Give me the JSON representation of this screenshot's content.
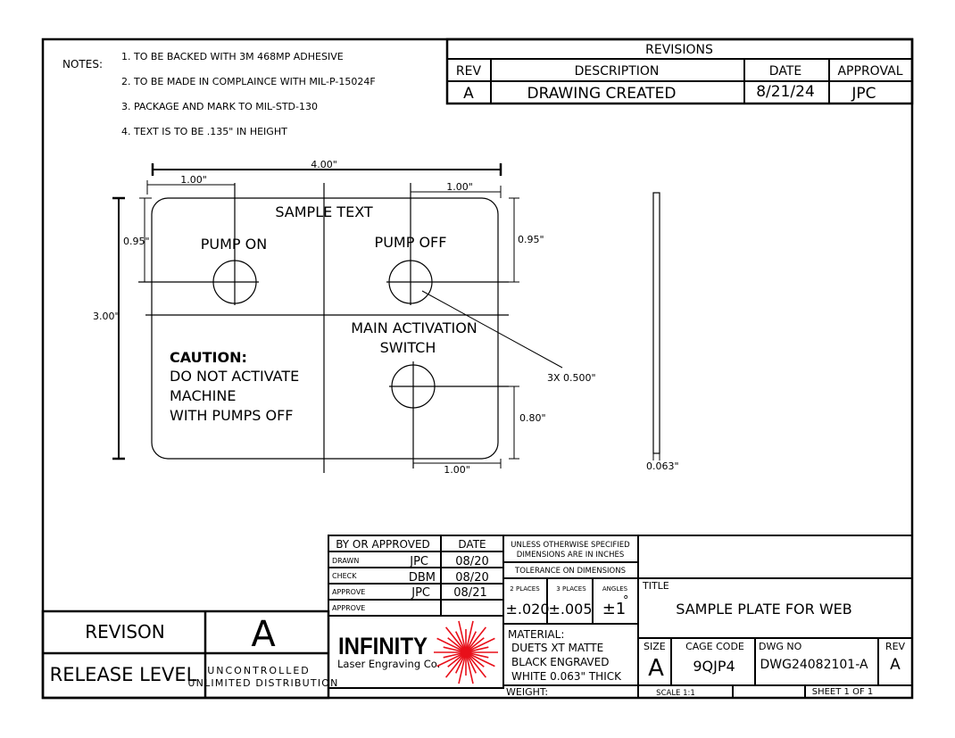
{
  "notes": {
    "label": "NOTES:",
    "items": [
      "1. TO BE BACKED WITH 3M 468MP ADHESIVE",
      "2. TO BE MADE IN COMPLAINCE WITH MIL-P-15024F",
      "3. PACKAGE AND MARK TO MIL-STD-130",
      "4. TEXT IS TO BE .135\" IN HEIGHT"
    ]
  },
  "revisions": {
    "title": "REVISIONS",
    "headers": {
      "rev": "REV",
      "description": "DESCRIPTION",
      "date": "DATE",
      "approval": "APPROVAL"
    },
    "rows": [
      {
        "rev": "A",
        "description": "DRAWING CREATED",
        "date": "8/21/24",
        "approval": "JPC"
      }
    ]
  },
  "plate": {
    "sample_text": "SAMPLE TEXT",
    "pump_on": "PUMP ON",
    "pump_off": "PUMP OFF",
    "main_activation_1": "MAIN ACTIVATION",
    "main_activation_2": "SWITCH",
    "caution_title": "CAUTION:",
    "caution_1": "DO NOT ACTIVATE",
    "caution_2": "MACHINE",
    "caution_3": "WITH PUMPS OFF"
  },
  "dimensions": {
    "width": "4.00\"",
    "left_offset": "1.00\"",
    "right_offset": "1.00\"",
    "left_height": "0.95\"",
    "right_height": "0.95\"",
    "total_height": "3.00\"",
    "hole_callout": "3X 0.500\"",
    "bottom_height": "0.80\"",
    "bottom_offset": "1.00\"",
    "thickness": "0.063\""
  },
  "title_block": {
    "approvals_header": "BY OR APPROVED",
    "date_header": "DATE",
    "rows": [
      {
        "label": "DRAWN",
        "by": "JPC",
        "date": "08/20"
      },
      {
        "label": "CHECK",
        "by": "DBM",
        "date": "08/20"
      },
      {
        "label": "APPROVE",
        "by": "JPC",
        "date": "08/21"
      },
      {
        "label": "APPROVE",
        "by": "",
        "date": ""
      }
    ],
    "unless_1": "UNLESS OTHERWISE SPECIFIED",
    "unless_2": "DIMENSIONS ARE IN INCHES",
    "tolerance_header": "TOLERANCE ON DIMENSIONS",
    "places2_label": "2 PLACES",
    "places3_label": "3 PLACES",
    "angles_label": "ANGLES",
    "places2_value": "±.020",
    "places3_value": "±.005",
    "angles_value": "±1",
    "angles_unit": "°",
    "title_label": "TITLE",
    "title_value": "SAMPLE PLATE FOR WEB",
    "material_label": "MATERIAL:",
    "material_1": "DUETS XT MATTE",
    "material_2": "BLACK ENGRAVED",
    "material_3": "WHITE 0.063\" THICK",
    "weight_label": "WEIGHT:",
    "size_label": "SIZE",
    "size_value": "A",
    "cage_label": "CAGE CODE",
    "cage_value": "9QJP4",
    "dwg_label": "DWG NO",
    "dwg_value": "DWG24082101-A",
    "rev_label": "REV",
    "rev_value": "A",
    "scale": "SCALE 1:1",
    "sheet": "SHEET 1 OF 1",
    "revison_label": "REVISON",
    "revison_value": "A",
    "release_label": "RELEASE LEVEL",
    "release_1": "UNCONTROLLED",
    "release_2": "UNLIMITED DISTRIBUTION",
    "logo_name": "INFINITY",
    "logo_sub": "Laser Engraving Co.",
    "logo_color": "#e8101a"
  }
}
